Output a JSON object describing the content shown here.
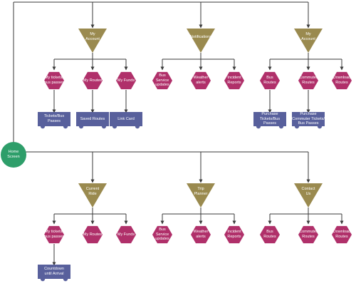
{
  "colors": {
    "connector": "#3a3a3a",
    "triangle": "#9a8a4f",
    "hexagon": "#b0306a",
    "card": "#58609c",
    "home": "#2e9e6a"
  },
  "home": {
    "label": "Home\nScreen"
  },
  "top_branches": [
    {
      "triangle": "My\nAccount",
      "hexagons": [
        "My tickets/\nbus passes",
        "My Routes",
        "My Funds"
      ],
      "cards": [
        "Tickets/Bus\nPasses",
        "Saved Routes",
        "Link Card"
      ]
    },
    {
      "triangle": "Notifications",
      "hexagons": [
        "Bus Service\nupdates",
        "Weather\nalerts",
        "Incident\nReports"
      ],
      "cards": []
    },
    {
      "triangle": "My\nAccount",
      "hexagons": [
        "Bus Routes",
        "Commuter\nRoutes",
        "Download\nRoutes"
      ],
      "cards": [
        "Purchase\nTickets/Bus\nPasses",
        "Purchase\nCommuter Tickets/\nBus Passes"
      ]
    }
  ],
  "bottom_branches": [
    {
      "triangle": "Current\nRide",
      "hexagons": [
        "My tickets/\nbus passes",
        "My Routes",
        "My Funds"
      ],
      "cards": [
        "Countdown\nuntil Arrival"
      ]
    },
    {
      "triangle": "Trip\nPlanner",
      "hexagons": [
        "Bus Service\nupdates",
        "Weather\nalerts",
        "Incident\nReports"
      ],
      "cards": []
    },
    {
      "triangle": "Contact\nUs",
      "hexagons": [
        "Bus Routes",
        "Commuter\nRoutes",
        "Download\nRoutes"
      ],
      "cards": []
    }
  ]
}
